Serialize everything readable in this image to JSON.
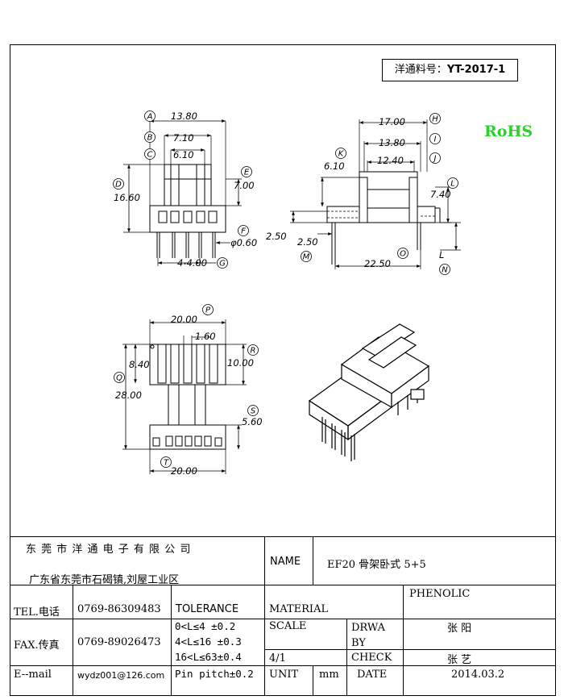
{
  "header": {
    "part_label": "洋通料号：",
    "part_number": "YT-2017-1",
    "rohs": "RoHS"
  },
  "dimensions": {
    "front": {
      "a": "13.80",
      "b": "7.10",
      "c": "6.10",
      "d": "16.60",
      "e": "7.00",
      "f": "φ0.60",
      "g": "4-4.00"
    },
    "side": {
      "h": "17.00",
      "i": "13.80",
      "j": "12.40",
      "k": "6.10",
      "l": "7.40",
      "m1": "2.50",
      "m2": "2.50",
      "o": "22.50",
      "n": "L"
    },
    "top": {
      "p": "20.00",
      "q": "1.60",
      "q2": "8.40",
      "r": "10.00",
      "s_total": "28.00",
      "s": "5.60",
      "t": "20.00"
    },
    "callouts": [
      "A",
      "B",
      "C",
      "D",
      "E",
      "F",
      "G",
      "H",
      "I",
      "K",
      "J",
      "L",
      "M",
      "O",
      "N",
      "P",
      "Q",
      "R",
      "S",
      "T"
    ]
  },
  "title_block": {
    "company": "东 莞 市 洋 通 电 子 有 限 公 司",
    "address": "广东省东莞市石碣镇,刘屋工业区",
    "name_label": "NAME",
    "name_value": "EF20 骨架卧式 5+5",
    "tel_label": "TEL.电话",
    "tel_value": "0769-86309483",
    "tolerance_label": "TOLERANCE",
    "material_label": "MATERIAL",
    "material_value": "PHENOLIC",
    "fax_label": "FAX.传真",
    "fax_value": "0769-89026473",
    "tol_rows": [
      "0<L≤4  ±0.2",
      "4<L≤16 ±0.3",
      "16<L≤63±0.4",
      "Pin pitch±0.2"
    ],
    "scale_label": "SCALE",
    "scale_value": "4/1",
    "drawn_label": "DRWA BY",
    "drawn_value": "张 阳",
    "check_label": "CHECK",
    "check_value": "张 艺",
    "email_label": "E--mail",
    "email_value": "wydz001@126.com",
    "unit_label": "UNIT",
    "unit_value": "mm",
    "date_label": "DATE",
    "date_value": "2014.03.2"
  }
}
